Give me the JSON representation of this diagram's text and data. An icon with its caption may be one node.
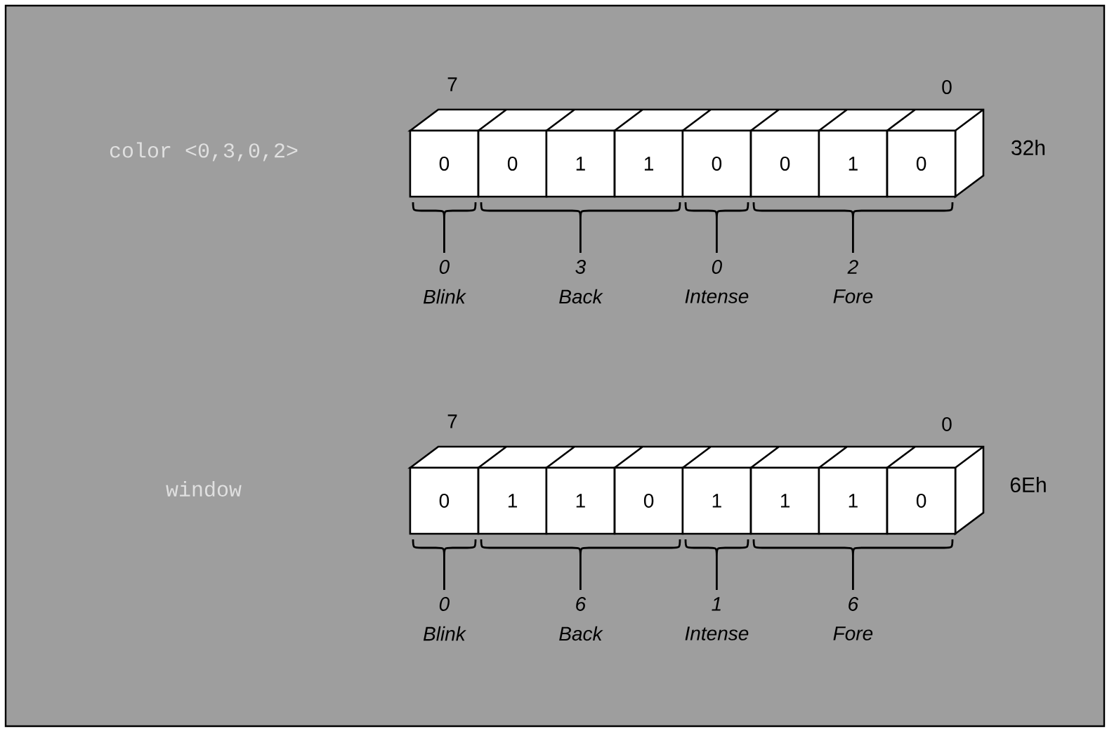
{
  "diagram": {
    "nodes": [
      {
        "text": [
          "0"
        ]
      },
      {
        "text": [
          "0"
        ]
      },
      {
        "text": [
          "1"
        ]
      },
      {
        "text": [
          "1"
        ]
      },
      {
        "text": [
          "0"
        ]
      },
      {
        "text": [
          "0"
        ]
      },
      {
        "text": [
          "1"
        ]
      },
      {
        "text": [
          "0"
        ]
      },
      {
        "text": [
          "0"
        ]
      },
      {
        "text": [
          "1"
        ]
      },
      {
        "text": [
          "1"
        ]
      },
      {
        "text": [
          "0"
        ]
      },
      {
        "text": [
          "1"
        ]
      },
      {
        "text": [
          "1"
        ]
      },
      {
        "text": [
          "1"
        ]
      },
      {
        "text": [
          "0"
        ]
      }
    ],
    "labels": [
      "7",
      "0",
      "color <0,3,0,2>",
      "32h",
      "0",
      "3",
      "0",
      "2",
      "Blink",
      "Back",
      "Intense",
      "Fore",
      "7",
      "0",
      "window",
      "6Eh",
      "0",
      "6",
      "1",
      "6",
      "Blink",
      "Back",
      "Intense",
      "Fore"
    ]
  }
}
